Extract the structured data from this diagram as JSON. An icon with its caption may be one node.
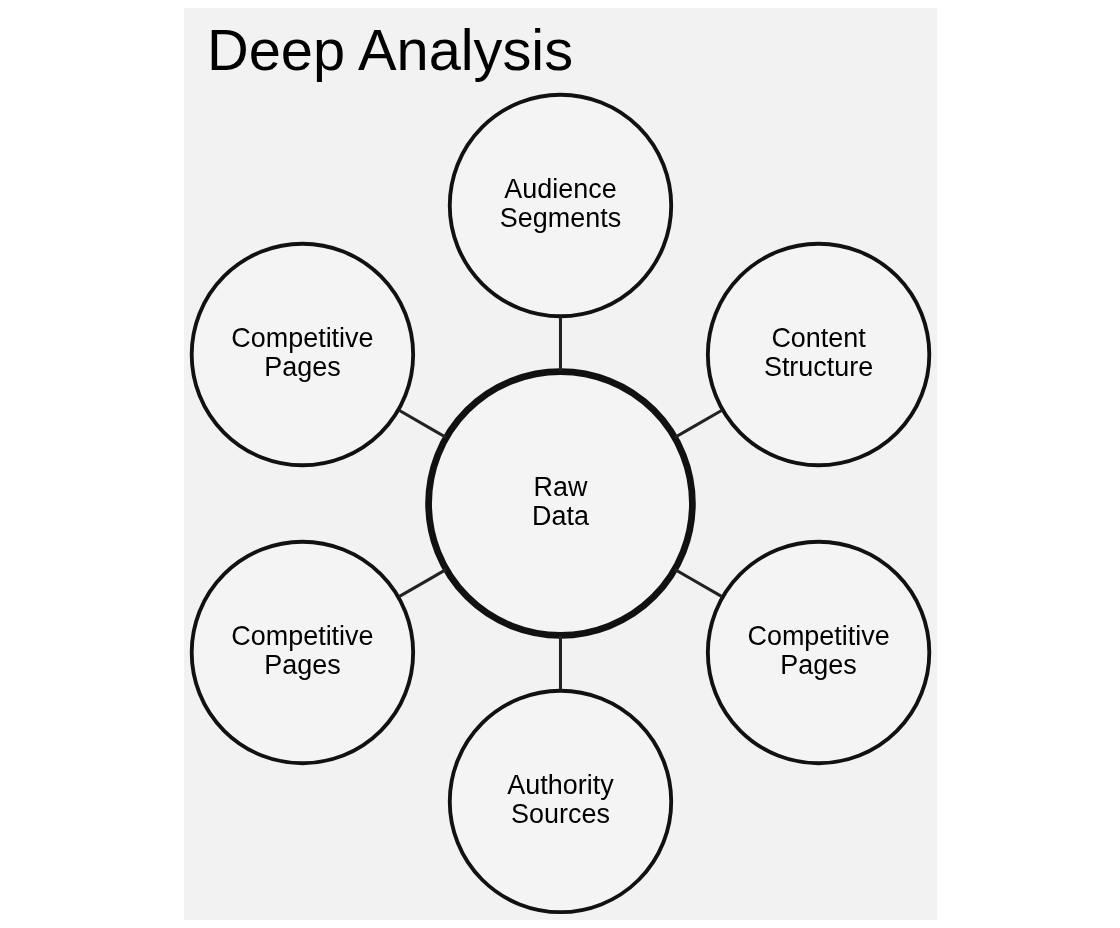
{
  "diagram": {
    "title": "Deep Analysis",
    "nodes": [
      {
        "text": [
          "Content Structure"
        ]
      },
      {
        "text": [
          "Audience Segments"
        ]
      },
      {
        "text": [
          "Competitive Pages"
        ]
      },
      {
        "text": [
          "Raw Data"
        ]
      },
      {
        "text": [
          "Competitive Pages"
        ]
      },
      {
        "text": [
          "Authority Sources"
        ]
      },
      {
        "text": [
          "Competitive Pages"
        ]
      }
    ],
    "edges": [
      {
        "from": 3,
        "to": 0,
        "arrow": "none"
      },
      {
        "from": 3,
        "to": 1,
        "arrow": "none"
      },
      {
        "from": 3,
        "to": 2,
        "arrow": "none"
      },
      {
        "from": 3,
        "to": 4,
        "arrow": "none"
      },
      {
        "from": 3,
        "to": 5,
        "arrow": "none"
      },
      {
        "from": 3,
        "to": 6,
        "arrow": "none"
      }
    ]
  }
}
